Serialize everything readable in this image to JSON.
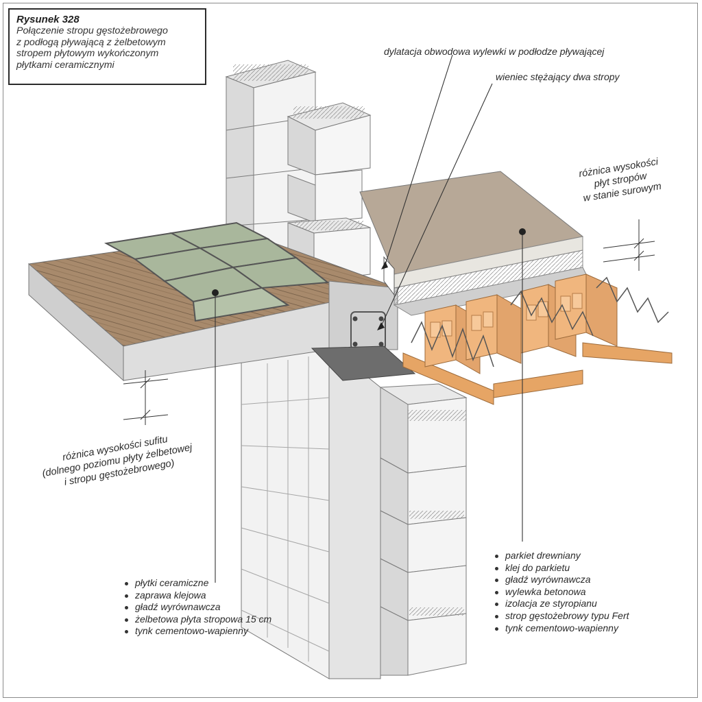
{
  "figure": {
    "number": "Rysunek 328",
    "caption": [
      "Połączenie stropu gęstożebrowego",
      "z podłogą pływającą z żelbetowym",
      "stropem płytowym wykończonym",
      "płytkami ceramicznymi"
    ]
  },
  "callouts": {
    "dilatation": "dylatacja obwodowa wylewki w podłodze pływającej",
    "ring_beam": "wieniec stężający dwa stropy",
    "slab_height_diff": [
      "różnica wysokości",
      "płyt stropów",
      "w stanie surowym"
    ],
    "ceiling_height_diff": [
      "różnica wysokości sufitu",
      "(dolnego poziomu płyty żelbetowej",
      "i stropu gęstożebrowego)"
    ]
  },
  "layers_left": [
    "płytki ceramiczne",
    "zaprawa klejowa",
    "gładź wyrównawcza",
    "żelbetowa płyta stropowa 15 cm",
    "tynk cementowo-wapienny"
  ],
  "layers_right": [
    "parkiet drewniany",
    "klej do parkietu",
    "gładź wyrównawcza",
    "wylewka betonowa",
    "izolacja ze styropianu",
    "strop gęstożebrowy typu Fert",
    "tynk cementowo-wapienny"
  ],
  "colors": {
    "block": "#f1f1f1",
    "concrete": "#d9d9d9",
    "tile": "#a9b79c",
    "parquet": "#a88a6c",
    "screed": "#b7a897",
    "ceramic_block": "#f0b67e",
    "beam": "#e6a565"
  }
}
